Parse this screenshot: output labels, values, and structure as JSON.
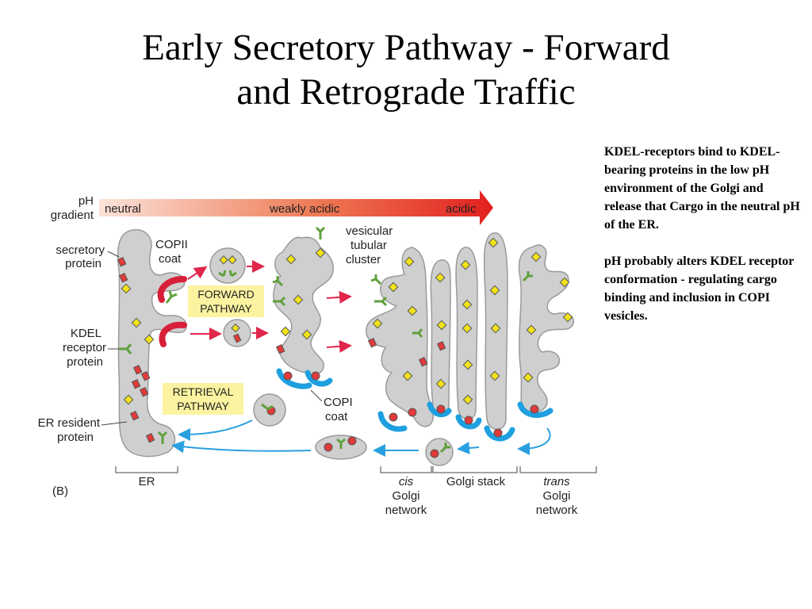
{
  "slide": {
    "title_lines": [
      "Early Secretory Pathway - Forward",
      "and Retrograde Traffic"
    ],
    "notes": [
      "KDEL-receptors bind to KDEL-bearing proteins in the low pH environment of the Golgi and release that Cargo in the neutral pH of the ER.",
      "pH probably alters KDEL receptor conformation - regulating cargo binding and inclusion in COPI vesicles."
    ]
  },
  "diagram": {
    "ph_label": [
      "pH",
      "gradient"
    ],
    "gradient_labels": [
      "neutral",
      "weakly acidic",
      "acidic"
    ],
    "left_labels": {
      "secretory": [
        "secretory",
        "protein"
      ],
      "kdel": [
        "KDEL",
        "receptor",
        "protein"
      ],
      "er_resident": [
        "ER resident",
        "protein"
      ]
    },
    "copii": [
      "COPII",
      "coat"
    ],
    "forward": [
      "FORWARD",
      "PATHWAY"
    ],
    "retrieval": [
      "RETRIEVAL",
      "PATHWAY"
    ],
    "vtc": [
      "vesicular",
      "tubular",
      "cluster"
    ],
    "copi": [
      "COPI",
      "coat"
    ],
    "bottom": {
      "er": "ER",
      "cis": [
        "cis",
        "Golgi",
        "network"
      ],
      "stack": "Golgi stack",
      "trans": [
        "trans",
        "Golgi",
        "network"
      ]
    },
    "panel_label": "(B)",
    "colors": {
      "membrane": "#cfcfcf",
      "copii": "#d81f3a",
      "copi": "#1e9fe0",
      "receptor": "#5fa03c",
      "cargo": "#f2e21a",
      "resident": "#e03a3a",
      "forward_arrow": "#e0264a",
      "retrieval_arrow": "#2aa0e0",
      "label_box": "#fbf3a0"
    }
  }
}
